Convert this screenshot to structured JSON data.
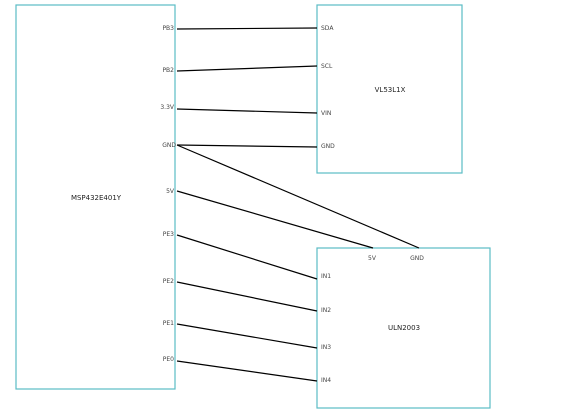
{
  "components": {
    "mcu": {
      "name": "MSP432E401Y",
      "pins": [
        "PB3",
        "PB2",
        "3.3V",
        "GND",
        "5V",
        "PE3",
        "PE2",
        "PE1",
        "PE0"
      ]
    },
    "sensor": {
      "name": "VL53L1X",
      "pins": [
        "SDA",
        "SCL",
        "VIN",
        "GND"
      ]
    },
    "driver": {
      "name": "ULN2003",
      "top_pins": [
        "5V",
        "GND"
      ],
      "pins": [
        "IN1",
        "IN2",
        "IN3",
        "IN4"
      ]
    }
  },
  "connections": [
    {
      "from": "PB3",
      "to": "SDA"
    },
    {
      "from": "PB2",
      "to": "SCL"
    },
    {
      "from": "3.3V",
      "to": "VIN"
    },
    {
      "from": "GND",
      "to": "GND"
    },
    {
      "from": "GND",
      "to": "ULN2003 GND"
    },
    {
      "from": "5V",
      "to": "ULN2003 5V"
    },
    {
      "from": "PE3",
      "to": "IN1"
    },
    {
      "from": "PE2",
      "to": "IN2"
    },
    {
      "from": "PE1",
      "to": "IN3"
    },
    {
      "from": "PE0",
      "to": "IN4"
    }
  ],
  "colors": {
    "box_stroke": "#5bbcc4",
    "wire": "#000000"
  }
}
